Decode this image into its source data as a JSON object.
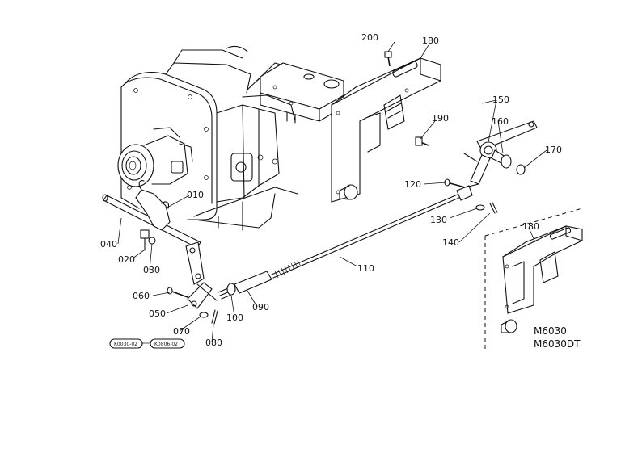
{
  "parts": {
    "p010": "010",
    "p020": "020",
    "p030": "030",
    "p040": "040",
    "p050": "050",
    "p060": "060",
    "p070": "070",
    "p080": "080",
    "p090": "090",
    "p100": "100",
    "p110": "110",
    "p120": "120",
    "p130": "130",
    "p140": "140",
    "p150": "150",
    "p160": "160",
    "p170": "170",
    "p180": "180",
    "p180b": "180",
    "p190": "190",
    "p200": "200"
  },
  "models": {
    "line1": "M6030",
    "line2": "M6030DT"
  },
  "ref_tags": {
    "tag1": "K0030-02",
    "tag2": "K0806-02"
  }
}
